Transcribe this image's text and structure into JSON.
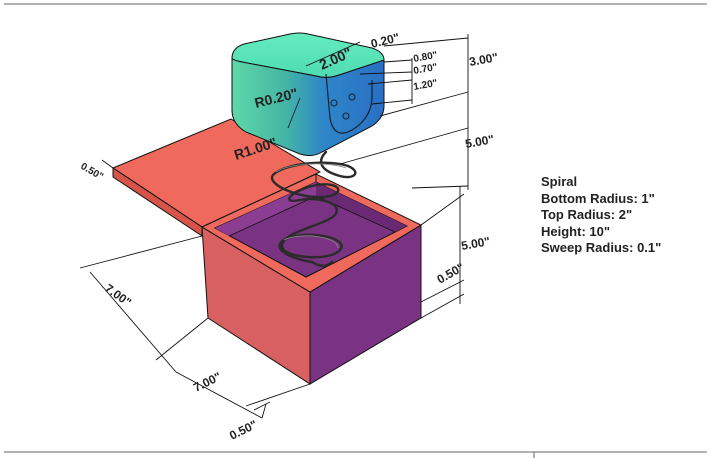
{
  "colors": {
    "box_front": "#d96060",
    "box_side": "#7a3282",
    "box_inner": "#7a3282",
    "box_rim": "#ef6a5c",
    "lid": "#ef6a5c",
    "lid_edge": "#d75548",
    "head_top": "#5de9b8",
    "head_front_left": "#4ec6a0",
    "head_front_right": "#2f7fd0",
    "spring": "#333333"
  },
  "dimensions": {
    "head_width": "2.00\"",
    "head_corner": "0.20\"",
    "eye_offset_1": "0.80\"",
    "eye_offset_2": "0.70\"",
    "mouth_offset": "1.20\"",
    "head_height": "3.00\"",
    "head_fillet": "R0.20\"",
    "mouth_radius": "R1.00\"",
    "spring_height": "5.00\"",
    "lid_thickness": "0.50\"",
    "box_height": "5.00\"",
    "box_wall": "0.50\"",
    "box_depth": "7.00\"",
    "box_width": "7.00\"",
    "box_bottom": "0.50\""
  },
  "spiral": {
    "title": "Spiral",
    "bottom_radius": "Bottom Radius: 1\"",
    "top_radius": "Top Radius: 2\"",
    "height": "Height: 10\"",
    "sweep_radius": "Sweep Radius: 0.1\""
  }
}
